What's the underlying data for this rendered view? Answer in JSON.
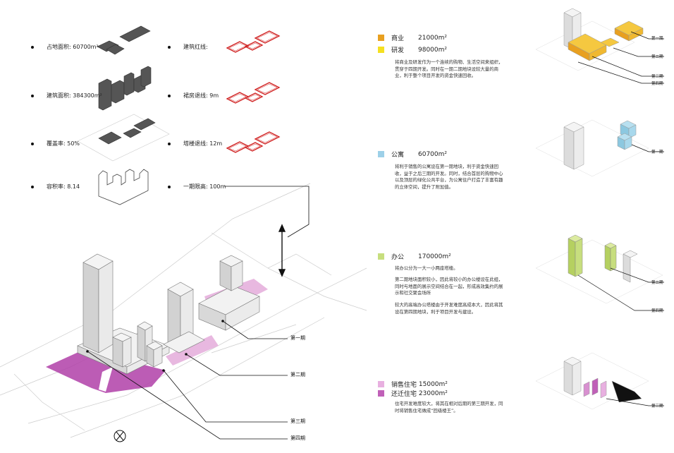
{
  "stats_left": [
    {
      "label": "占地面积: 60700m²"
    },
    {
      "label": "建筑面积: 384300m²"
    },
    {
      "label": "覆盖率: 50%"
    },
    {
      "label": "容积率: 8.14"
    }
  ],
  "stats_mid": [
    {
      "label": "建筑红线:"
    },
    {
      "label": "裙房退线: 9m"
    },
    {
      "label": "塔楼退线: 12m"
    },
    {
      "label": "一期限高: 100m"
    }
  ],
  "phases": {
    "p1": "第一期",
    "p2": "第二期",
    "p3": "第三期",
    "p4": "第四期"
  },
  "legend": [
    {
      "name": "商业",
      "area": "21000m²",
      "color": "#E8A020"
    },
    {
      "name": "研发",
      "area": "98000m²",
      "color": "#F5E020"
    },
    {
      "name": "公寓",
      "area": "60700m²",
      "color": "#9DD0E8"
    },
    {
      "name": "办公",
      "area": "170000m²",
      "color": "#C7DE7E"
    },
    {
      "name": "销售住宅",
      "area": "15000m²",
      "color": "#E8B0E0"
    },
    {
      "name": "还迁住宅",
      "area": "23000m²",
      "color": "#C060B8"
    }
  ],
  "paragraphs": {
    "commercial": "将商业及研发作为一个连续的购物、生活空间来组织，贯穿于四期开发。同时在一期二期地块设较大量的商业，利于整个项目开发的资金快速回收。",
    "apartment": "将利于销售的公寓设在第一期地块，利于资金快速回收，益于之后三期的开发。同时，结合首层的购物中心以及顶层的绿化公共平台，为公寓住户打造了丰富有趣的立体空间，提升了附加值。",
    "office1": "将办公分为一大一小两座塔楼。",
    "office2": "第二期地块面积较小，因此将较小的办公楼设在此组，同时与地面的展示空间结合在一起，形成高效集约的展示和社交聚会场所",
    "office3": "较大的高端办公塔楼由于开发难度高成本大，因此将其设在第四期地块，利于项目开发与建设。",
    "residence": "住宅开发难度较大，将其在相对后期的第三期开发，同时将销售住宅做成“回级楼王”。"
  },
  "colors": {
    "magenta": "#B040A8",
    "pink": "#E8B8E0",
    "redline": "#D02020",
    "dark": "#555555"
  }
}
